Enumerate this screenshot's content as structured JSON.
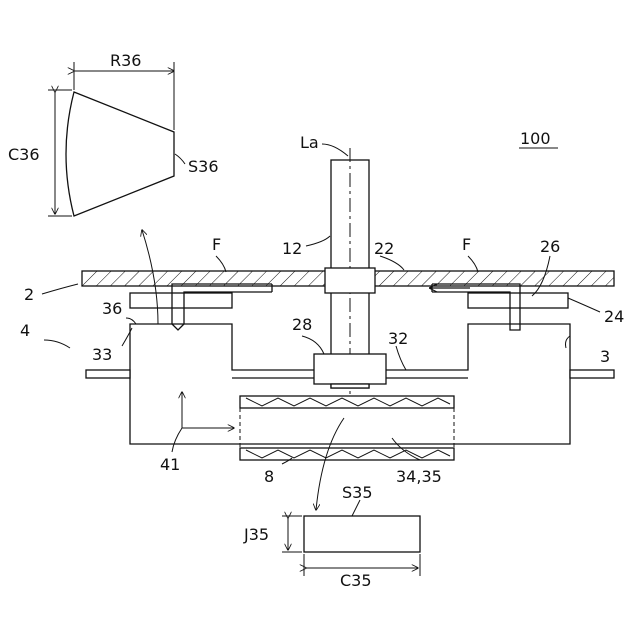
{
  "figure": {
    "ref_100": "100",
    "La": "La",
    "R36": "R36",
    "C36": "C36",
    "S36": "S36",
    "F_left": "F",
    "F_right": "F",
    "n2": "2",
    "n4": "4",
    "n12": "12",
    "n22": "22",
    "n26": "26",
    "n36": "36",
    "n24": "24",
    "n33": "33",
    "n3": "3",
    "n28": "28",
    "n32": "32",
    "n41": "41",
    "n8": "8",
    "n34_35": "34,35",
    "S35": "S35",
    "J35": "J35",
    "C35": "C35"
  }
}
